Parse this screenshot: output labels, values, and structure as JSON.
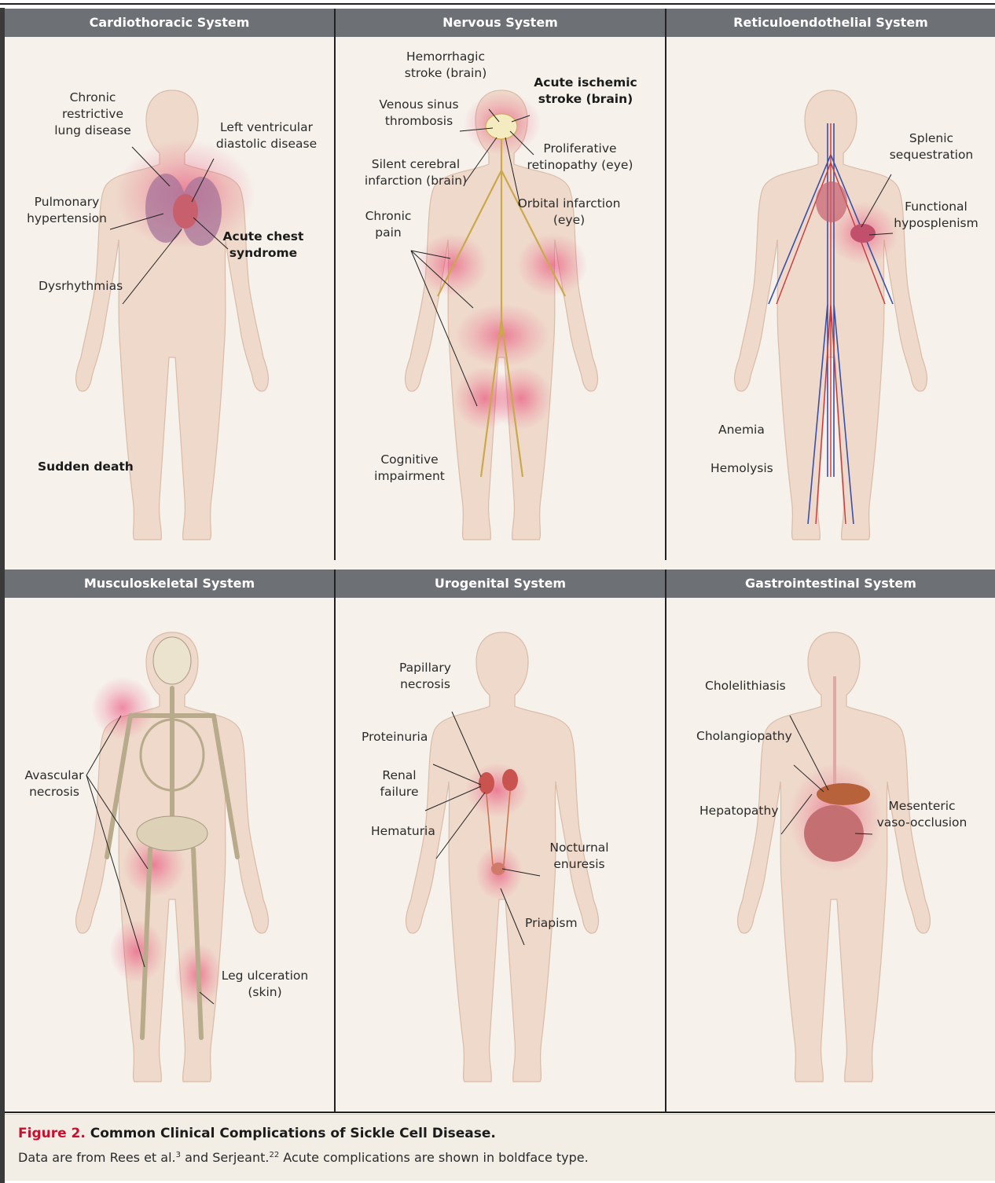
{
  "panels": {
    "cardio": {
      "title": "Cardiothoracic System",
      "labels": {
        "chronic_restrictive": "Chronic\nrestrictive\nlung disease",
        "left_ventricular": "Left ventricular\ndiastolic disease",
        "pulmonary_hypertension": "Pulmonary\nhypertension",
        "acute_chest": "Acute chest\nsyndrome",
        "dysrhythmias": "Dysrhythmias",
        "sudden_death": "Sudden death"
      }
    },
    "nervous": {
      "title": "Nervous System",
      "labels": {
        "hemorrhagic_stroke": "Hemorrhagic\nstroke (brain)",
        "acute_ischemic": "Acute ischemic\nstroke (brain)",
        "venous_sinus": "Venous sinus\nthrombosis",
        "proliferative": "Proliferative\nretinopathy (eye)",
        "silent_cerebral": "Silent cerebral\ninfarction (brain)",
        "orbital": "Orbital infarction\n(eye)",
        "chronic_pain": "Chronic\npain",
        "cognitive": "Cognitive\nimpairment"
      }
    },
    "retic": {
      "title": "Reticuloendothelial System",
      "labels": {
        "splenic": "Splenic\nsequestration",
        "functional": "Functional\nhyposplenism",
        "anemia": "Anemia",
        "hemolysis": "Hemolysis"
      }
    },
    "musculo": {
      "title": "Musculoskeletal System",
      "labels": {
        "avascular": "Avascular\nnecrosis",
        "leg_ulceration": "Leg ulceration\n(skin)"
      }
    },
    "uro": {
      "title": "Urogenital System",
      "labels": {
        "papillary": "Papillary\nnecrosis",
        "proteinuria": "Proteinuria",
        "renal": "Renal\nfailure",
        "hematuria": "Hematuria",
        "nocturnal": "Nocturnal\nenuresis",
        "priapism": "Priapism"
      }
    },
    "gastro": {
      "title": "Gastrointestinal System",
      "labels": {
        "cholelithiasis": "Cholelithiasis",
        "cholangiopathy": "Cholangiopathy",
        "hepatopathy": "Hepatopathy",
        "mesenteric": "Mesenteric\nvaso-occlusion"
      }
    }
  },
  "caption": {
    "figure_number": "Figure 2.",
    "title": "Common Clinical Complications of Sickle Cell Disease.",
    "text_before_ref1": "Data are from Rees et al.",
    "ref1": "3",
    "text_between": " and Serjeant.",
    "ref2": "22",
    "text_after": " Acute complications are shown in boldface type."
  },
  "colors": {
    "header_bg": "#6d7074",
    "panel_bg": "#f6f2eb",
    "body_fill": "#efd9cb",
    "highlight": "#e8356b",
    "figure_number": "#c8102e"
  }
}
